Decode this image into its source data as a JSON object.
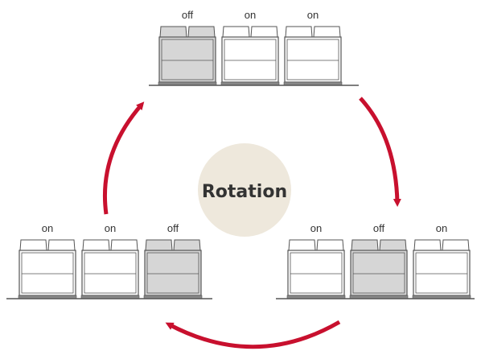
{
  "center_label": "Rotation",
  "colors": {
    "on_fill": "#ffffff",
    "off_fill": "#d6d6d6",
    "outline": "#555555",
    "arrow": "#c8102e",
    "center_circle": "#eee8dc",
    "floor": "#555555"
  },
  "groups": [
    {
      "id": "top",
      "units": [
        {
          "state": "off"
        },
        {
          "state": "on"
        },
        {
          "state": "on"
        }
      ]
    },
    {
      "id": "right",
      "units": [
        {
          "state": "on"
        },
        {
          "state": "off"
        },
        {
          "state": "on"
        }
      ]
    },
    {
      "id": "left",
      "units": [
        {
          "state": "on"
        },
        {
          "state": "on"
        },
        {
          "state": "off"
        }
      ]
    }
  ],
  "arrows": [
    {
      "from": "top",
      "to": "right"
    },
    {
      "from": "right",
      "to": "left"
    },
    {
      "from": "left",
      "to": "top"
    }
  ]
}
